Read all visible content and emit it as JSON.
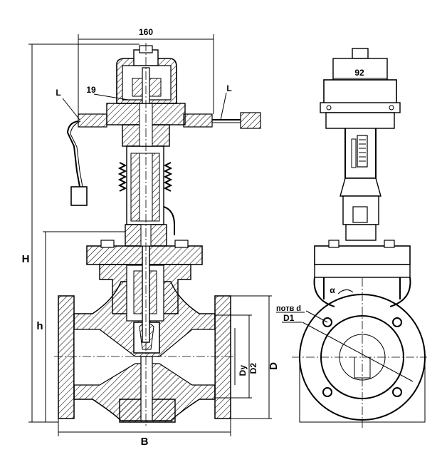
{
  "dimensions": {
    "width_top": "160",
    "actuator_width": "92",
    "height_total": "H",
    "height_lower": "h",
    "length": "B",
    "nominal_bore": "Dy",
    "flange_d2": "D2",
    "flange_d": "D",
    "bolt_circle": "D1",
    "bolt_holes": "потв d",
    "angle": "α"
  },
  "callouts": {
    "pipe_left": "L",
    "pipe_right": "L",
    "part_19": "19"
  },
  "colors": {
    "line": "#000000",
    "hatch": "#000000",
    "background": "#ffffff"
  }
}
